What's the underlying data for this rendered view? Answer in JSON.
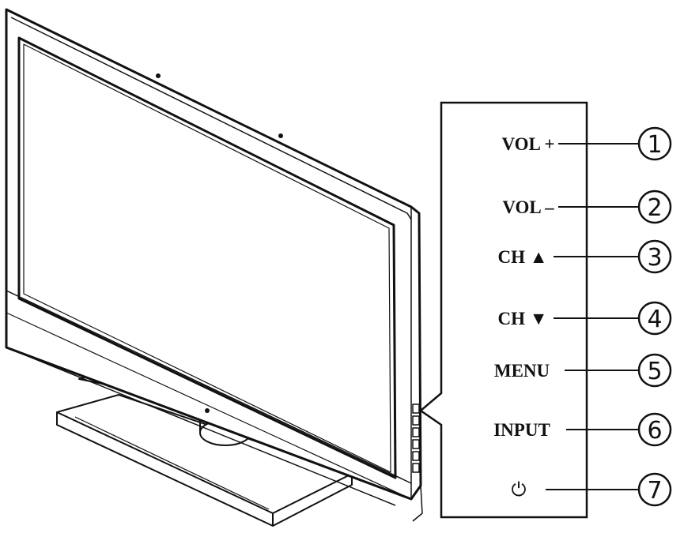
{
  "diagram": {
    "panel_buttons": [
      {
        "label": "VOL +",
        "number": "1"
      },
      {
        "label": "VOL –",
        "number": "2"
      },
      {
        "label": "CH ▲",
        "number": "3"
      },
      {
        "label": "CH ▼",
        "number": "4"
      },
      {
        "label": "MENU",
        "number": "5"
      },
      {
        "label": "INPUT",
        "number": "6"
      },
      {
        "label": "⏻",
        "number": "7"
      }
    ]
  }
}
